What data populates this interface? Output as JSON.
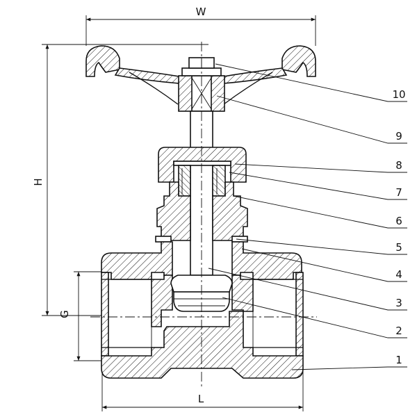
{
  "dimensions": {
    "width_label": "W",
    "height_label": "H",
    "thread_label": "G",
    "length_label": "L"
  },
  "parts": [
    {
      "label": "10"
    },
    {
      "label": "9"
    },
    {
      "label": "8"
    },
    {
      "label": "7"
    },
    {
      "label": "6"
    },
    {
      "label": "5"
    },
    {
      "label": "4"
    },
    {
      "label": "3"
    },
    {
      "label": "2"
    },
    {
      "label": "1"
    }
  ]
}
